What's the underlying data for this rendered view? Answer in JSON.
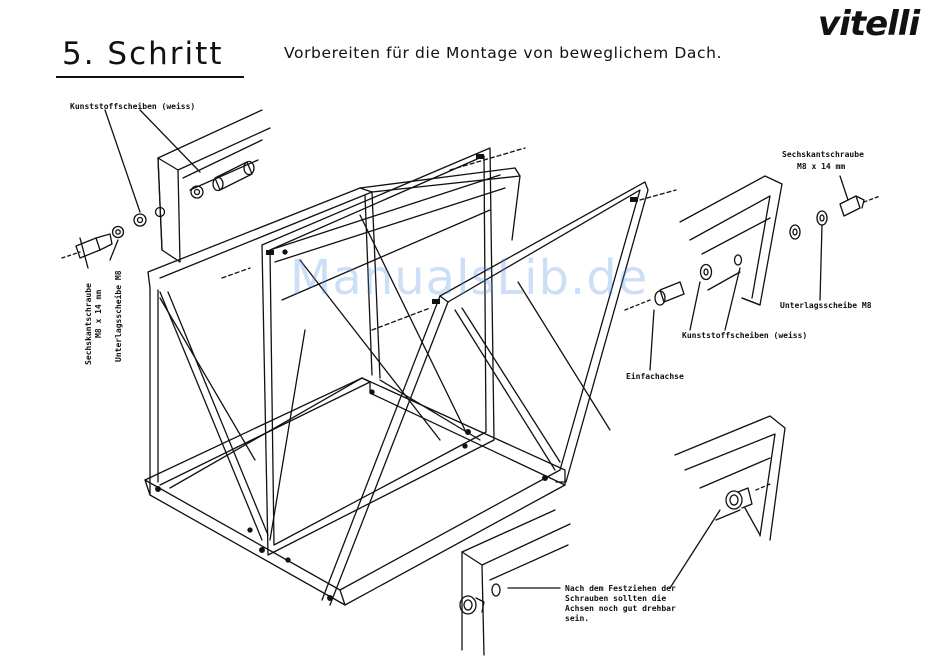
{
  "header": {
    "brand": "vitelli",
    "step_title": "5. Schritt",
    "subtitle": "Vorbereiten für die Montage von beweglichem Dach."
  },
  "labels": {
    "kunststoffscheiben_left": "Kunststoffscheiben (weiss)",
    "sechskantschraube_left": "Sechskantschraube",
    "m8_left": "M8 x 14 mm",
    "unterlagsscheibe_left": "Unterlagsscheibe M8",
    "sechskantschraube_right": "Sechskantschraube",
    "m8_right": "M8 x 14 mm",
    "unterlagsscheibe_right": "Unterlagsscheibe M8",
    "kunststoffscheiben_right": "Kunststoffscheiben (weiss)",
    "einfachachse": "Einfachachse"
  },
  "note": "Nach dem Festziehen der\nSchrauben sollten die\nAchsen noch gut drehbar\nsein.",
  "watermark": "ManualsLib.de"
}
